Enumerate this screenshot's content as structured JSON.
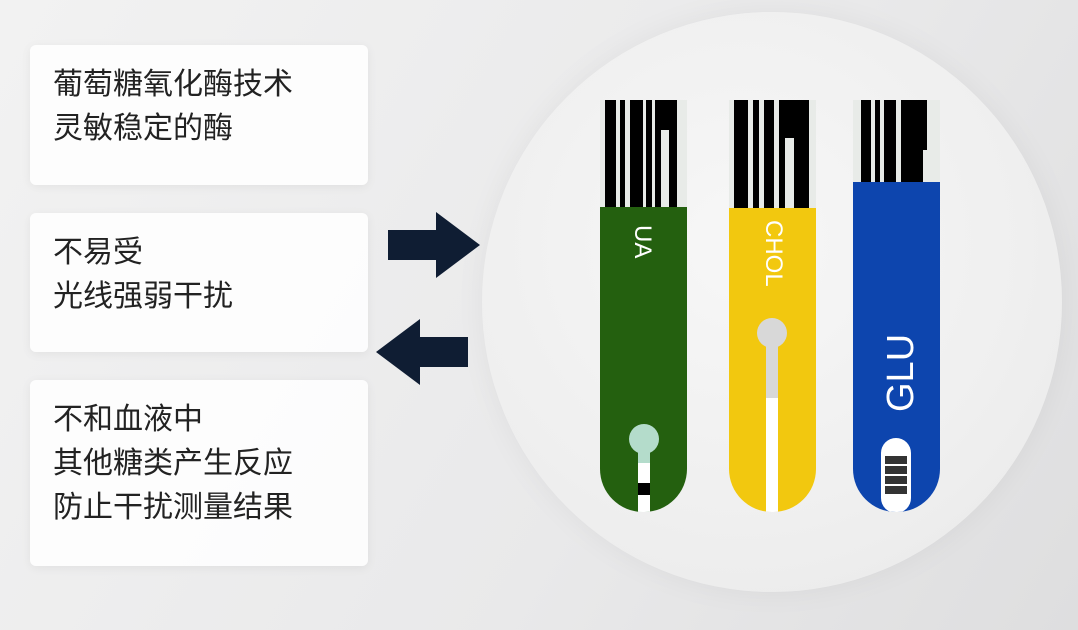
{
  "features": [
    {
      "lines": [
        "葡萄糖氧化酶技术",
        "灵敏稳定的酶"
      ]
    },
    {
      "lines": [
        "不易受",
        "光线强弱干扰"
      ]
    },
    {
      "lines": [
        "不和血液中",
        "其他糖类产生反应",
        "防止干扰测量结果"
      ]
    }
  ],
  "strips": [
    {
      "label": "UA",
      "color": "#24600f"
    },
    {
      "label": "CHOL",
      "color": "#f2c80f"
    },
    {
      "label": "GLU",
      "color": "#0d45ae"
    }
  ],
  "colors": {
    "arrow": "#0f1d33"
  }
}
